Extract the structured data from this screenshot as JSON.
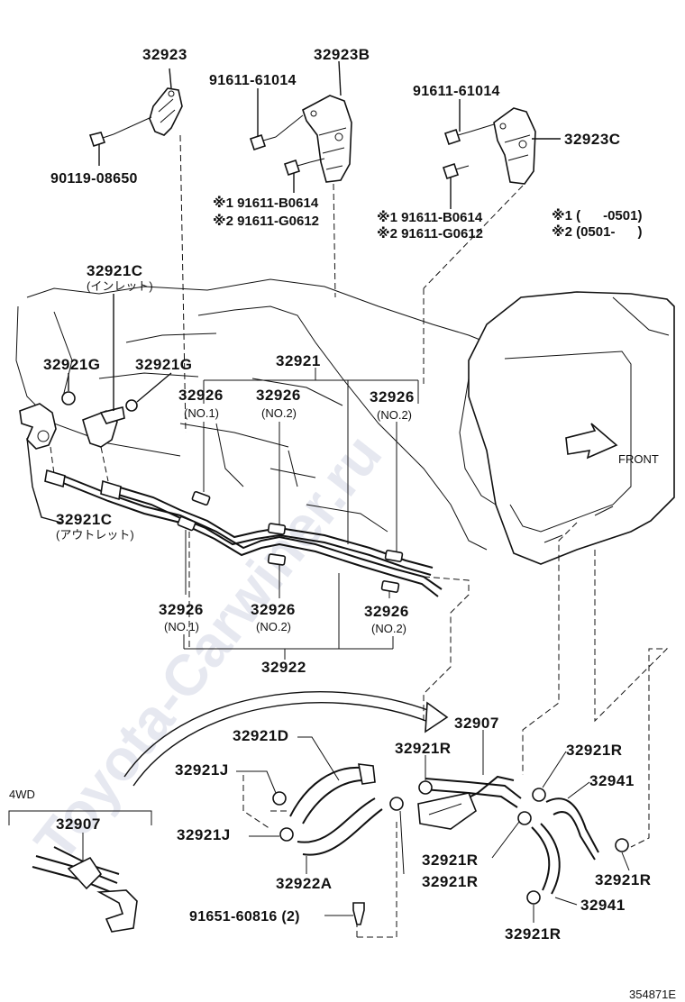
{
  "labels": {
    "p32923": "32923",
    "p32923b": "32923B",
    "p32923c": "32923C",
    "bolt_91611_61014_a": "91611-61014",
    "bolt_91611_61014_b": "91611-61014",
    "bolt_90119": "90119-08650",
    "note1_b_left": "※1 91611-B0614",
    "note2_g_left": "※2 91611-G0612",
    "note1_b_right": "※1 91611-B0614",
    "note2_g_right": "※2 91611-G0612",
    "note1_range": "※1 (      -0501)",
    "note2_range": "※2 (0501-      )",
    "p32921c_top": "32921C",
    "inlet": "(インレット)",
    "p32921g_left": "32921G",
    "p32921g_right": "32921G",
    "p32921": "32921",
    "p32926_a": "32926",
    "p32926_b": "32926",
    "p32926_c": "32926",
    "no1_a": "(NO.1)",
    "no2_b": "(NO.2)",
    "no2_c": "(NO.2)",
    "p32921c_bottom": "32921C",
    "outlet": "(アウトレット)",
    "front": "FRONT",
    "p32926_d": "32926",
    "p32926_e": "32926",
    "p32926_f": "32926",
    "no1_d": "(NO.1)",
    "no2_e": "(NO.2)",
    "no2_f": "(NO.2)",
    "p32922": "32922",
    "p32907_top": "32907",
    "p32921d": "32921D",
    "p32921r_1": "32921R",
    "p32921r_2": "32921R",
    "p32921j_1": "32921J",
    "p32941_1": "32941",
    "label_4wd": "4WD",
    "p32907_4wd": "32907",
    "p32921j_2": "32921J",
    "p32921r_3": "32921R",
    "p32922a": "32922A",
    "p32921r_4": "32921R",
    "p32921r_5": "32921R",
    "p32941_2": "32941",
    "bolt_91651": "91651-60816 (2)",
    "p32921r_6": "32921R",
    "diagram_id": "354871E",
    "watermark": "Toyota-Carwiner.ru"
  }
}
